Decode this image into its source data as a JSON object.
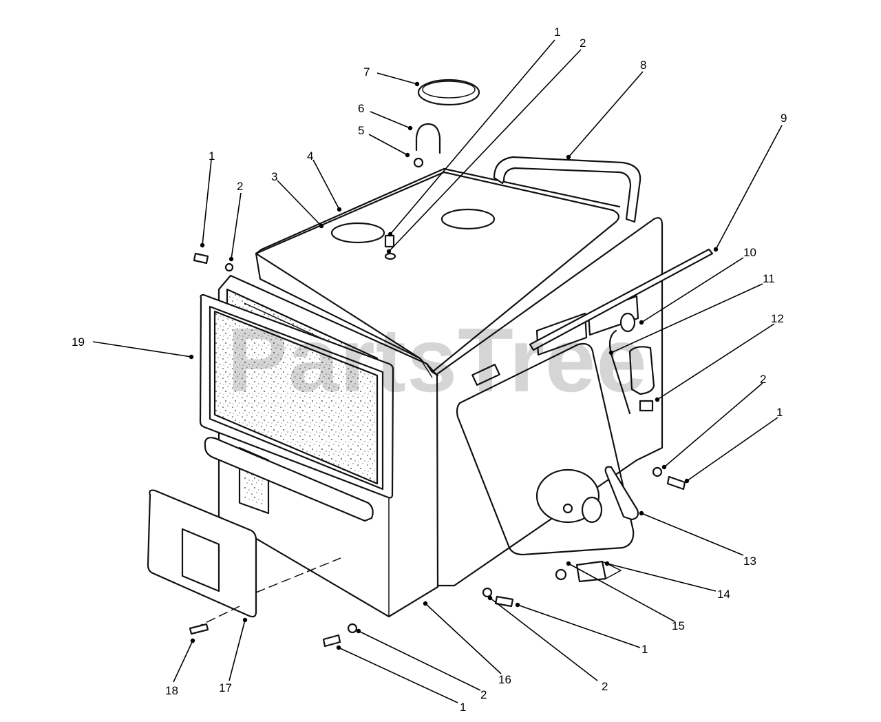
{
  "watermark": "PartsTree",
  "callouts": [
    {
      "id": "c1-a",
      "label": "1"
    },
    {
      "id": "c2-a",
      "label": "2"
    },
    {
      "id": "c7",
      "label": "7"
    },
    {
      "id": "c8",
      "label": "8"
    },
    {
      "id": "c6",
      "label": "6"
    },
    {
      "id": "c5",
      "label": "5"
    },
    {
      "id": "c9",
      "label": "9"
    },
    {
      "id": "c4",
      "label": "4"
    },
    {
      "id": "c3",
      "label": "3"
    },
    {
      "id": "c1-b",
      "label": "1"
    },
    {
      "id": "c2-b",
      "label": "2"
    },
    {
      "id": "c10",
      "label": "10"
    },
    {
      "id": "c11",
      "label": "11"
    },
    {
      "id": "c12",
      "label": "12"
    },
    {
      "id": "c19",
      "label": "19"
    },
    {
      "id": "c2-c",
      "label": "2"
    },
    {
      "id": "c1-c",
      "label": "1"
    },
    {
      "id": "c13",
      "label": "13"
    },
    {
      "id": "c14",
      "label": "14"
    },
    {
      "id": "c15",
      "label": "15"
    },
    {
      "id": "c1-d",
      "label": "1"
    },
    {
      "id": "c16",
      "label": "16"
    },
    {
      "id": "c2-d",
      "label": "2"
    },
    {
      "id": "c2-e",
      "label": "2"
    },
    {
      "id": "c18",
      "label": "18"
    },
    {
      "id": "c17",
      "label": "17"
    },
    {
      "id": "c1-e",
      "label": "1"
    }
  ]
}
